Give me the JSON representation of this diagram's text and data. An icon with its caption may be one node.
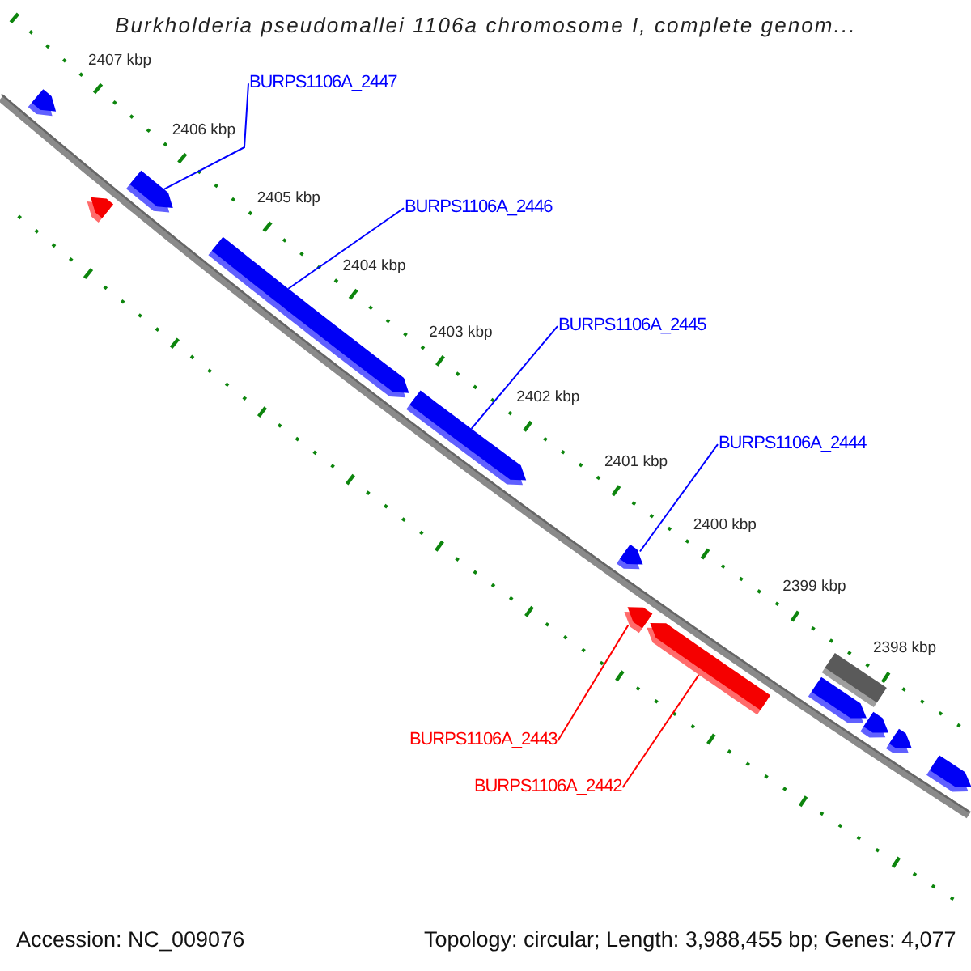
{
  "diagram": {
    "title": "Burkholderia pseudomallei 1106a chromosome I, complete genom...",
    "nodes": [
      {
        "text": [
          "BURPS1106A_2447"
        ]
      },
      {
        "text": [],
        "shape": "arrow"
      },
      {
        "text": [],
        "shape": "arrow"
      },
      {
        "text": [],
        "shape": "arrow"
      },
      {
        "text": [
          "BURPS1106A_2446"
        ]
      },
      {
        "text": [],
        "shape": "arrow"
      },
      {
        "text": [
          "BURPS1106A_2445"
        ]
      },
      {
        "text": [],
        "shape": "arrow"
      },
      {
        "text": [
          "BURPS1106A_2444"
        ]
      },
      {
        "text": [],
        "shape": "arrow"
      },
      {
        "text": [],
        "shape": "arrow"
      },
      {
        "text": [],
        "shape": "arrow"
      },
      {
        "text": [],
        "shape": "box"
      },
      {
        "text": [],
        "shape": "arrow"
      },
      {
        "text": [],
        "shape": "arrow"
      },
      {
        "text": [
          "BURPS1106A_2443"
        ]
      },
      {
        "text": [],
        "shape": "arrow"
      },
      {
        "text": [],
        "shape": "arrow"
      },
      {
        "text": [
          "BURPS1106A_2442"
        ]
      }
    ],
    "edges": [
      {
        "from": 0,
        "to": 2,
        "arrow": "none"
      },
      {
        "from": 4,
        "to": 5,
        "arrow": "none"
      },
      {
        "from": 6,
        "to": 7,
        "arrow": "none"
      },
      {
        "from": 8,
        "to": 9,
        "arrow": "none"
      },
      {
        "from": 15,
        "to": 10,
        "arrow": "none",
        "color": "#ff0000"
      },
      {
        "from": 18,
        "to": 11,
        "arrow": "none",
        "color": "#ff0000"
      }
    ],
    "labels": [
      "2407 kbp",
      "2406 kbp",
      "2405 kbp",
      "2404 kbp",
      "2403 kbp",
      "2402 kbp",
      "2401 kbp",
      "2400 kbp",
      "2399 kbp",
      "2398 kbp",
      "Accession: NC_009076",
      "Topology: circular; Length: 3,988,455 bp; Genes: 4,077"
    ]
  }
}
